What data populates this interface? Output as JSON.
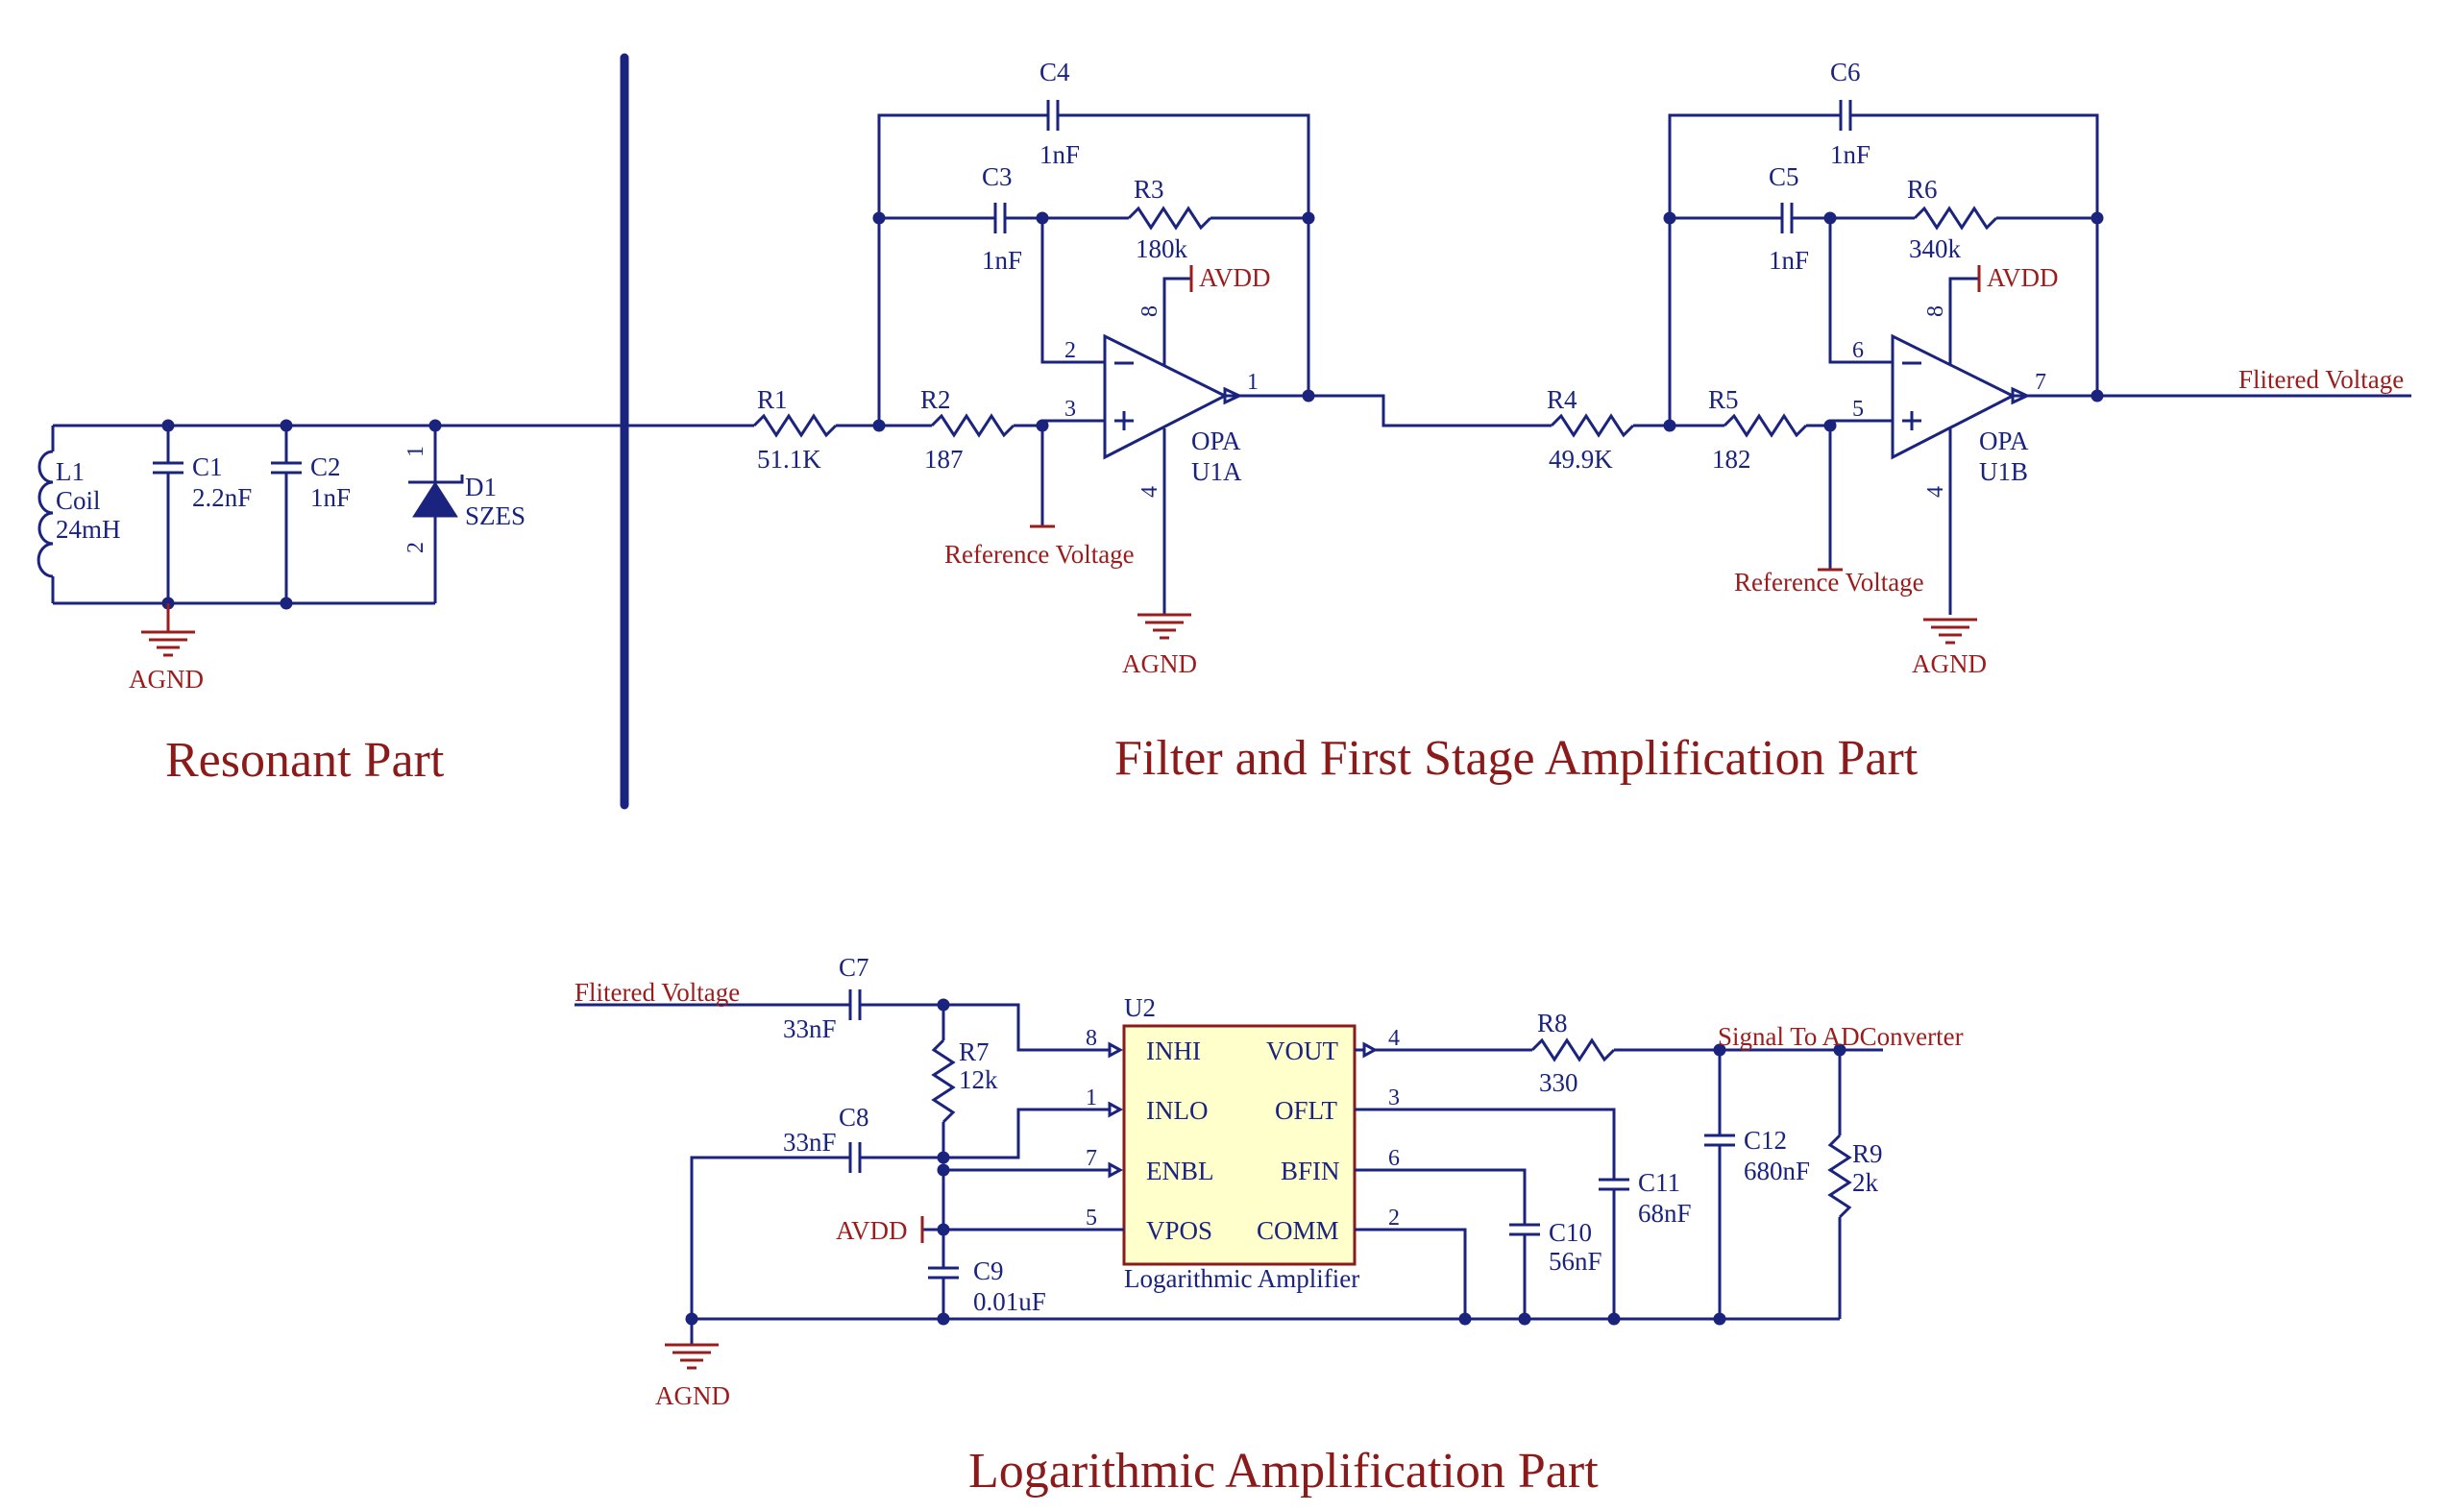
{
  "sections": {
    "resonant": "Resonant Part",
    "filter": "Filter and First Stage Amplification Part",
    "log": "Logarithmic Amplification Part"
  },
  "nets": {
    "agnd": "AGND",
    "avdd": "AVDD",
    "ref": "Reference Voltage",
    "filtered": "Flitered Voltage",
    "signal": "Signal  To  ADConverter"
  },
  "L1": {
    "ref": "L1",
    "name": "Coil",
    "value": "24mH"
  },
  "C1": {
    "ref": "C1",
    "value": "2.2nF"
  },
  "C2": {
    "ref": "C2",
    "value": "1nF"
  },
  "D1": {
    "ref": "D1",
    "value": "SZES",
    "pin1": "1",
    "pin2": "2"
  },
  "R1": {
    "ref": "R1",
    "value": "51.1K"
  },
  "R2": {
    "ref": "R2",
    "value": "187"
  },
  "R3": {
    "ref": "R3",
    "value": "180k"
  },
  "C3": {
    "ref": "C3",
    "value": "1nF"
  },
  "C4": {
    "ref": "C4",
    "value": "1nF"
  },
  "U1A": {
    "type": "OPA",
    "ref": "U1A",
    "pin_out": "1",
    "pin_neg": "2",
    "pin_pos": "3",
    "pin_vcc": "8",
    "pin_gnd": "4"
  },
  "R4": {
    "ref": "R4",
    "value": "49.9K"
  },
  "R5": {
    "ref": "R5",
    "value": "182"
  },
  "R6": {
    "ref": "R6",
    "value": "340k"
  },
  "C5": {
    "ref": "C5",
    "value": "1nF"
  },
  "C6": {
    "ref": "C6",
    "value": "1nF"
  },
  "U1B": {
    "type": "OPA",
    "ref": "U1B",
    "pin_out": "7",
    "pin_neg": "6",
    "pin_pos": "5",
    "pin_vcc": "8",
    "pin_gnd": "4"
  },
  "C7": {
    "ref": "C7",
    "value": "33nF"
  },
  "C8": {
    "ref": "C8",
    "value": "33nF"
  },
  "R7": {
    "ref": "R7",
    "value": "12k"
  },
  "C9": {
    "ref": "C9",
    "value": "0.01uF"
  },
  "U2": {
    "ref": "U2",
    "desc": "Logarithmic Amplifier",
    "p_inhi": "INHI",
    "n_inhi": "8",
    "p_inlo": "INLO",
    "n_inlo": "1",
    "p_enbl": "ENBL",
    "n_enbl": "7",
    "p_vpos": "VPOS",
    "n_vpos": "5",
    "p_vout": "VOUT",
    "n_vout": "4",
    "p_oflt": "OFLT",
    "n_oflt": "3",
    "p_bfin": "BFIN",
    "n_bfin": "6",
    "p_comm": "COMM",
    "n_comm": "2"
  },
  "R8": {
    "ref": "R8",
    "value": "330"
  },
  "C10": {
    "ref": "C10",
    "value": "56nF"
  },
  "C11": {
    "ref": "C11",
    "value": "68nF"
  },
  "C12": {
    "ref": "C12",
    "value": "680nF"
  },
  "R9": {
    "ref": "R9",
    "value": "2k"
  }
}
